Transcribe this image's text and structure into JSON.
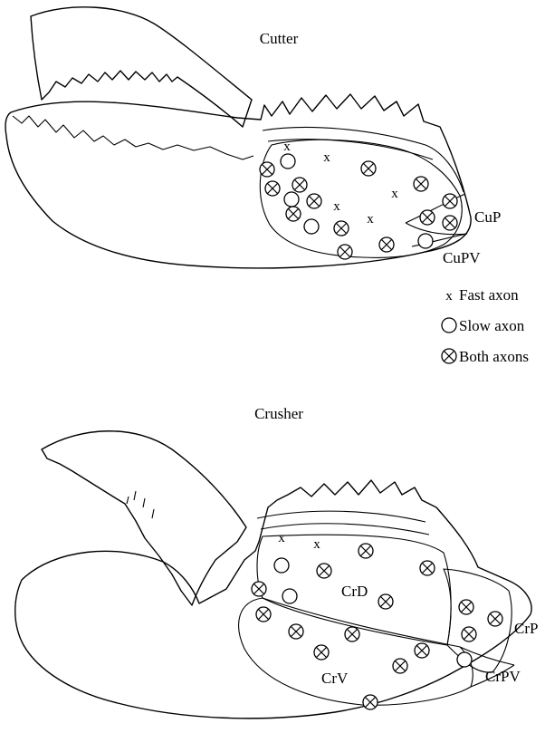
{
  "colors": {
    "ink": "#000000",
    "paper": "#ffffff"
  },
  "cutter": {
    "title": "Cutter",
    "labels": {
      "cup": "CuP",
      "cupv": "CuPV"
    }
  },
  "legend": {
    "fast": {
      "symbol": "x",
      "label": "Fast axon"
    },
    "slow": {
      "icon": "open-circle",
      "label": "Slow axon"
    },
    "both": {
      "icon": "circled-x",
      "label": "Both axons"
    }
  },
  "crusher": {
    "title": "Crusher",
    "labels": {
      "crd": "CrD",
      "crv": "CrV",
      "crp": "CrP",
      "crpv": "CrPV"
    }
  }
}
